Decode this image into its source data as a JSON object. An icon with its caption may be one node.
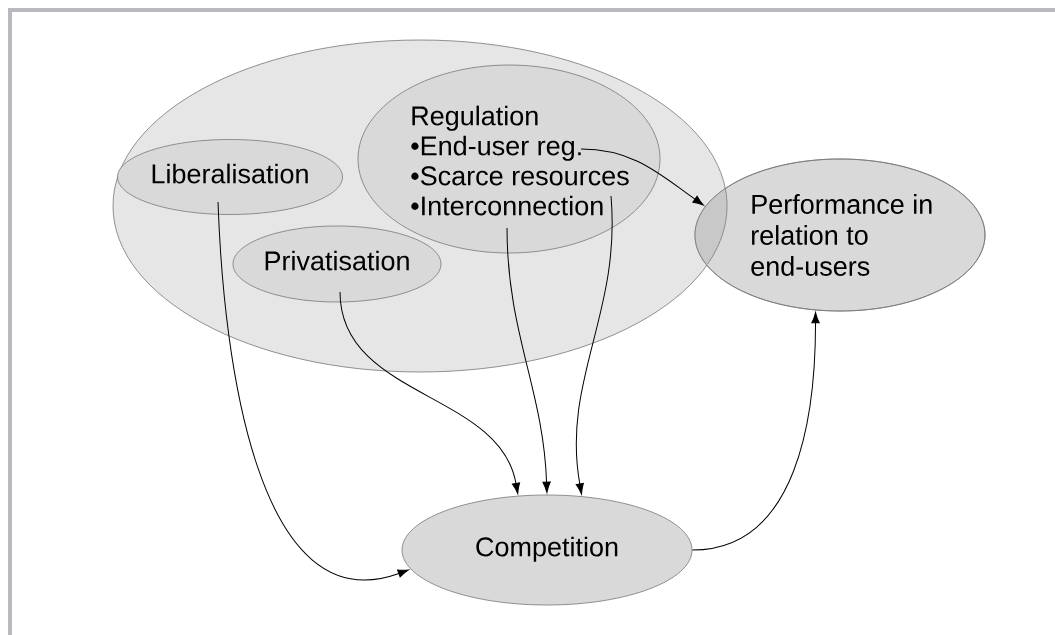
{
  "diagram": {
    "nodes": [
      {
        "text": [],
        "shape": "circle"
      },
      {
        "text": [
          "Liberalisation"
        ],
        "in": 0
      },
      {
        "text": [
          "Privatisation"
        ],
        "in": 0
      },
      {
        "text": [
          "Regulation",
          "•End-user reg.",
          "•Scarce resources",
          "•Interconnection"
        ],
        "in": 0
      },
      {
        "text": [
          "Performance in relation to end-users"
        ]
      },
      {
        "text": [
          "Competition"
        ]
      }
    ],
    "edges": [
      {
        "from": 1,
        "to": 5,
        "arrow": "to"
      },
      {
        "from": 2,
        "to": 5,
        "arrow": "to"
      },
      {
        "from": 3,
        "to": 5,
        "arrow": "to"
      },
      {
        "from": 3,
        "to": 5,
        "arrow": "to"
      },
      {
        "from": 3,
        "to": 4,
        "arrow": "to"
      },
      {
        "from": 5,
        "to": 4,
        "arrow": "to"
      }
    ]
  }
}
